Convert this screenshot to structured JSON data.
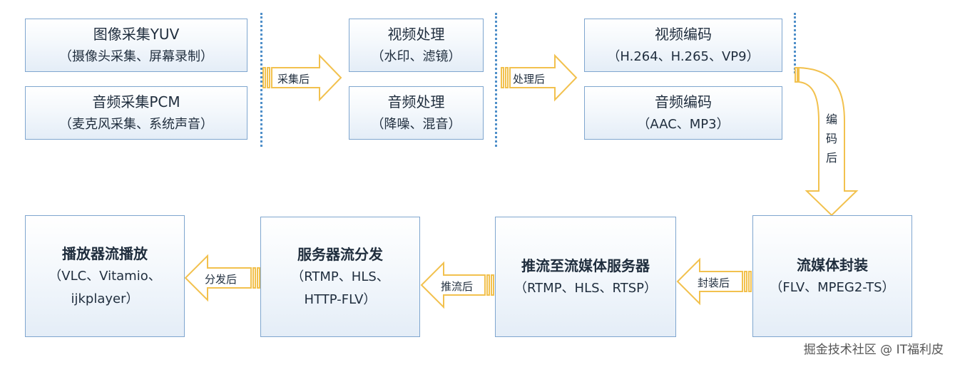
{
  "boxes": {
    "capture_video": {
      "title": "图像采集YUV",
      "sub": "（摄像头采集、屏幕录制）"
    },
    "capture_audio": {
      "title": "音频采集PCM",
      "sub": "（麦克风采集、系统声音）"
    },
    "process_video": {
      "title": "视频处理",
      "sub": "（水印、滤镜）"
    },
    "process_audio": {
      "title": "音频处理",
      "sub": "（降噪、混音）"
    },
    "encode_video": {
      "title": "视频编码",
      "sub": "（H.264、H.265、VP9）"
    },
    "encode_audio": {
      "title": "音频编码",
      "sub": "（AAC、MP3）"
    },
    "package": {
      "title": "流媒体封装",
      "sub": "（FLV、MPEG2-TS）"
    },
    "push": {
      "title": "推流至流媒体服务器",
      "sub": "（RTMP、HLS、RTSP）"
    },
    "server": {
      "title": "服务器流分发",
      "sub1": "（RTMP、HLS、",
      "sub2": "HTTP-FLV）"
    },
    "player": {
      "title": "播放器流播放",
      "sub1": "（VLC、Vitamio、",
      "sub2": "ijkplayer）"
    }
  },
  "arrows": {
    "after_capture": "采集后",
    "after_process": "处理后",
    "after_encode": [
      "编",
      "码",
      "后"
    ],
    "after_package": "封装后",
    "after_push": "推流后",
    "after_distribute": "分发后"
  },
  "colors": {
    "arrow_stroke": "#f2c14e",
    "separator": "#4f8fc9",
    "box_border": "#7fa6cf"
  },
  "watermark": "掘金技术社区 @ IT福利皮"
}
